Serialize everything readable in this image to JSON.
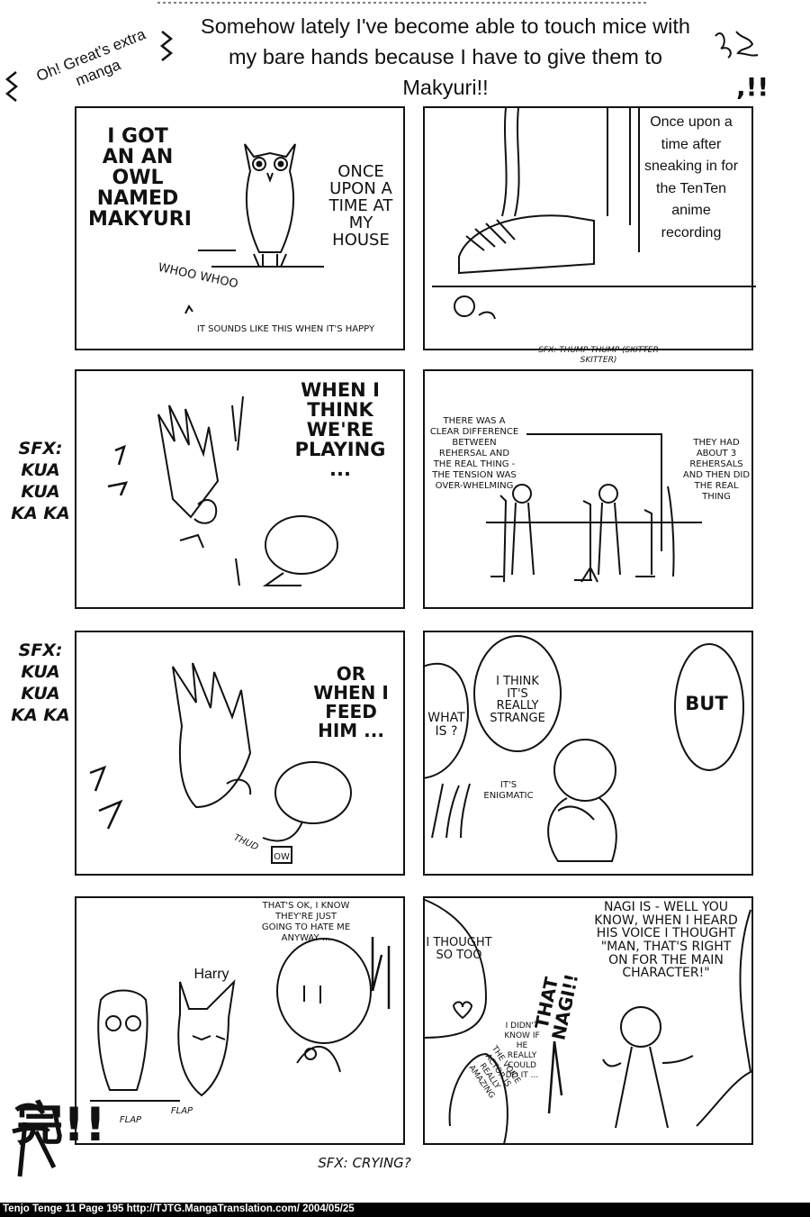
{
  "header": {
    "badge": "Oh! Great's extra manga",
    "title": "Somehow lately I've become able to touch mice with my bare hands because I have to  give  them to Makyuri!!",
    "exclaim": ",!!"
  },
  "row1": {
    "left": {
      "owl_text": "I GOT AN AN OWL NAMED MAKYURI",
      "once_text": "ONCE UPON A TIME AT MY HOUSE",
      "sound": "WHOO WHOO",
      "note": "IT SOUNDS LIKE THIS WHEN IT'S HAPPY"
    },
    "right": {
      "caption": "Once upon a time after sneaking in for the TenTen anime recording",
      "sfx_caption": "SFX: THUMP THUMP (SKITTER SKITTER)"
    }
  },
  "row2": {
    "side_sfx": "SFX: KUA KUA KA KA",
    "left": {
      "text": "WHEN I THINK WE'RE PLAYING ..."
    },
    "right": {
      "left_text": "THERE WAS A CLEAR DIFFERENCE BETWEEN REHERSAL AND THE REAL THING - THE TENSION WAS OVER-WHELMING",
      "right_text": "THEY HAD ABOUT 3 REHERSALS AND THEN DID THE REAL THING"
    }
  },
  "row3": {
    "side_sfx": "SFX: KUA KUA KA KA",
    "left": {
      "text": "OR WHEN I FEED HIM ...",
      "thud": "THUD",
      "ow": "OW"
    },
    "right": {
      "what": "WHAT IS ?",
      "strange": "I THINK IT'S REALLY STRANGE",
      "but": "BUT",
      "enigmatic": "IT'S ENIGMATIC"
    }
  },
  "row4": {
    "left": {
      "text": "THAT'S OK, I KNOW THEY'RE JUST GOING TO HATE ME ANYWAY ...",
      "harry": "Harry",
      "flap1": "FLAP",
      "flap2": "FLAP"
    },
    "right": {
      "nagi_text": "NAGI IS - WELL YOU KNOW, WHEN I HEARD HIS VOICE I THOUGHT \"MAN, THAT'S RIGHT ON FOR THE MAIN CHARACTER!\"",
      "thought": "I THOUGHT SO TOO",
      "that_nagi": "THAT NAGI!!",
      "didnt_know": "I DIDN'T KNOW IF HE REALLY COULD DO IT ...",
      "voice_actor": "THE VOICE ACTOR IS REALLY AMAZING"
    }
  },
  "bottom": {
    "end_mark": "完!!",
    "crying": "SFX: CRYING?"
  },
  "footer": {
    "text": "Tenjo Tenge  11  Page 195 http://TJTG.MangaTranslation.com/ 2004/05/25"
  }
}
